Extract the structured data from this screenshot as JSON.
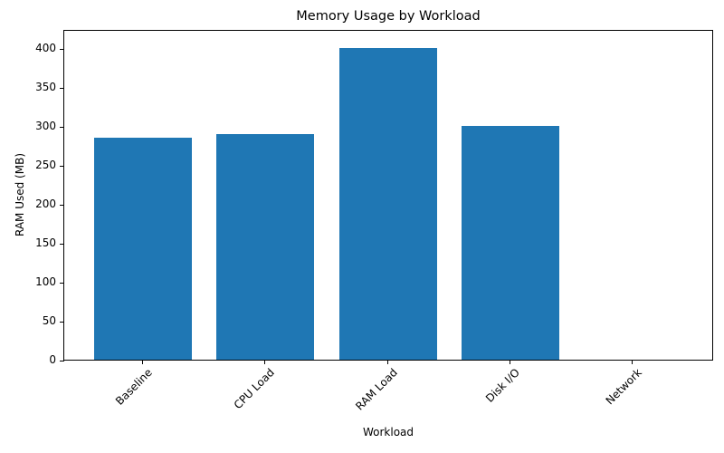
{
  "chart_data": {
    "type": "bar",
    "title": "Memory Usage by Workload",
    "xlabel": "Workload",
    "ylabel": "RAM Used (MB)",
    "categories": [
      "Baseline",
      "CPU Load",
      "RAM Load",
      "Disk I/O",
      "Network"
    ],
    "values": [
      285,
      290,
      400,
      300,
      0
    ],
    "ylim": [
      0,
      420
    ],
    "yticks": [
      0,
      50,
      100,
      150,
      200,
      250,
      300,
      350,
      400
    ],
    "grid": false,
    "legend": null,
    "bar_color": "#1f77b4"
  }
}
